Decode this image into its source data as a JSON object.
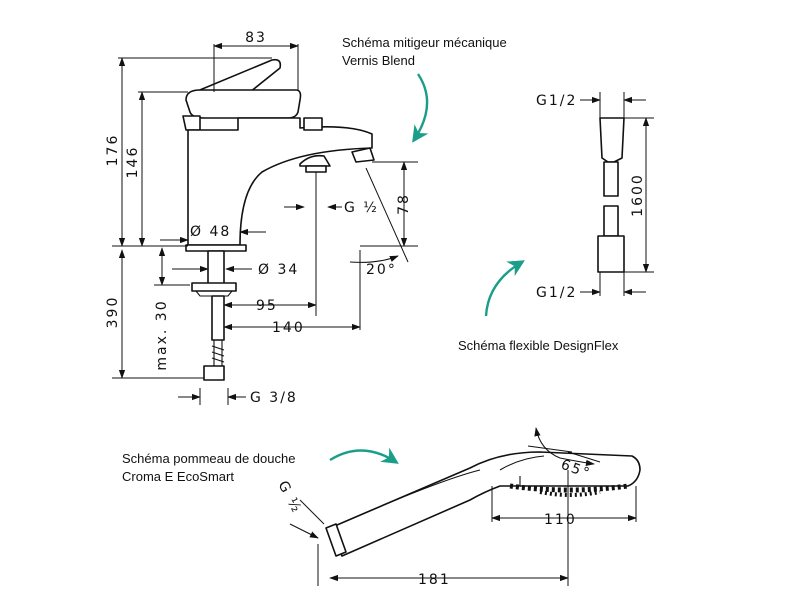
{
  "annotations": {
    "mixer_title": "Schéma mitigeur mécanique",
    "mixer_subtitle": "Vernis Blend",
    "hose_title": "Schéma flexible DesignFlex",
    "shower_title": "Schéma pommeau de douche",
    "shower_subtitle": "Croma E EcoSmart"
  },
  "dimensions": {
    "mixer_width": "83",
    "mixer_total_height": "176",
    "mixer_body_height": "146",
    "spout_height": "78",
    "spout_thread": "G ½",
    "body_diameter": "Ø 48",
    "shank_diameter": "Ø 34",
    "spout_angle": "20°",
    "below_deck": "390",
    "max_deck": "max. 30",
    "spout_reach_1": "95",
    "spout_reach_2": "140",
    "inlet_thread": "G 3/8",
    "hose_thread_top": "G1/2",
    "hose_thread_bottom": "G1/2",
    "hose_length": "1600",
    "head_angle": "65°",
    "head_thread": "G ½",
    "head_diameter": "110",
    "head_length": "181"
  },
  "colors": {
    "arrow": "#1a9e8a",
    "line": "#111111"
  }
}
